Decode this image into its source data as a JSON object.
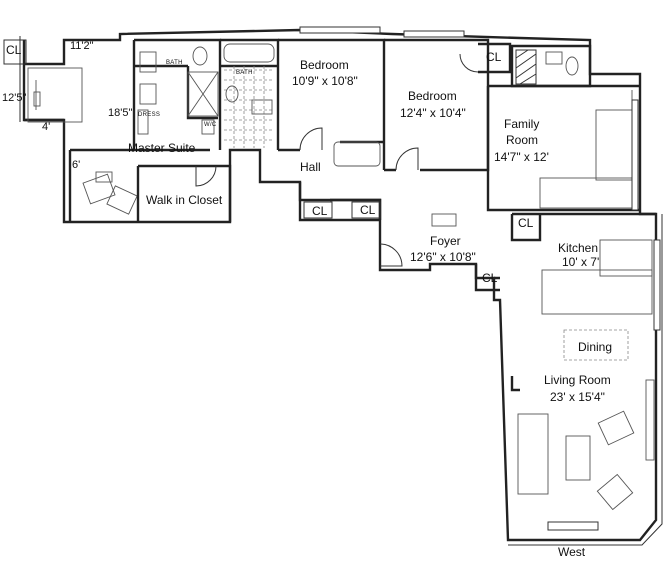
{
  "labels": {
    "cl_top_left": "CL",
    "master_width": "11'2\"",
    "master_left": "12'5\"",
    "master_four": "4'",
    "master_six": "6'",
    "master_bath": "18'5\"",
    "master_suite": "Master Suite",
    "walk_in_closet": "Walk in Closet",
    "bath_small_1": "BATH",
    "bath_small_2": "BATH",
    "wc": "W/C",
    "dressing": "DRESS",
    "bedroom1_name": "Bedroom",
    "bedroom1_size": "10'9\" x 10'8\"",
    "bedroom2_name": "Bedroom",
    "bedroom2_size": "12'4\" x 10'4\"",
    "cl_bedroom2": "CL",
    "family_name_1": "Family",
    "family_name_2": "Room",
    "family_size": "14'7\" x 12'",
    "hall": "Hall",
    "cl_hall_1": "CL",
    "cl_hall_2": "CL",
    "foyer_name": "Foyer",
    "foyer_size": "12'6\" x 10'8\"",
    "cl_foyer": "CL",
    "cl_kitchen": "CL",
    "kitchen_name": "Kitchen",
    "kitchen_size": "10' x 7'",
    "dining": "Dining",
    "living_name": "Living Room",
    "living_size": "23' x 15'4\"",
    "west": "West"
  }
}
